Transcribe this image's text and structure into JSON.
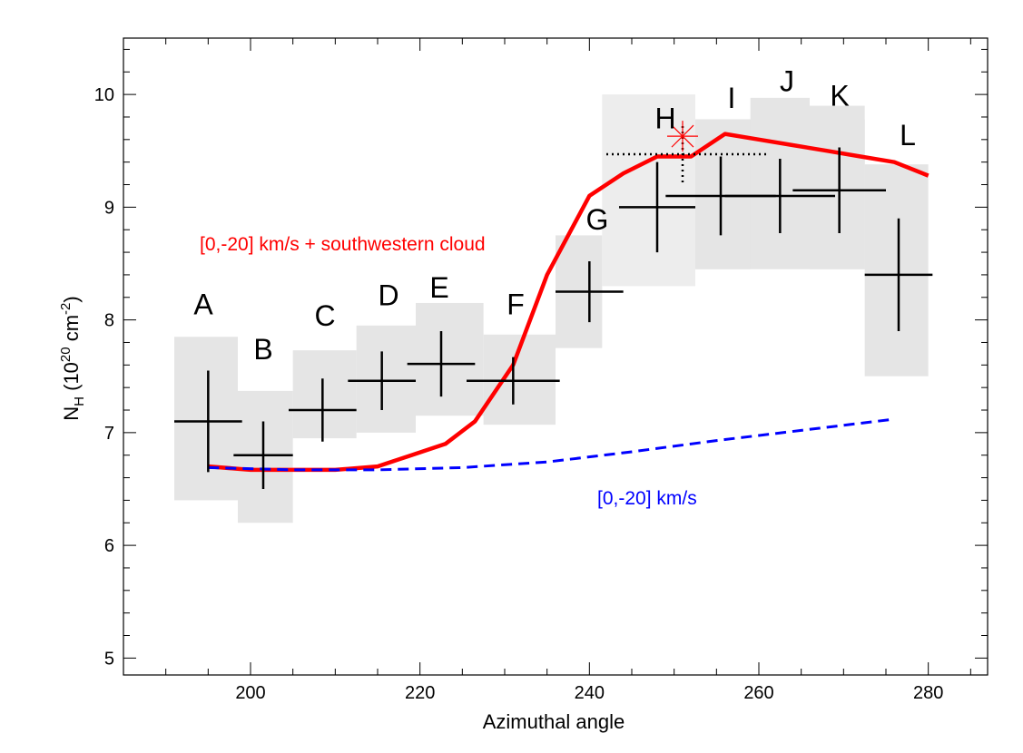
{
  "chart_data": {
    "type": "scatter",
    "xlabel": "Azimuthal angle",
    "ylabel": {
      "main": "N",
      "sub": "H",
      "prefix": " (10",
      "exp": "20",
      "mid": " cm",
      "exp2": "-2",
      "suffix": ")"
    },
    "xlim": [
      185,
      287
    ],
    "ylim": [
      4.85,
      10.5
    ],
    "xticks": [
      200,
      220,
      240,
      260,
      280
    ],
    "yticks": [
      5,
      6,
      7,
      8,
      9,
      10
    ],
    "x_minor_step": 5,
    "y_minor_step": 0.2,
    "grid": false,
    "points": [
      {
        "label": "A",
        "x": 195.0,
        "y": 7.1,
        "xerr": 4.0,
        "yerr": 0.45,
        "box_x": [
          191.0,
          198.5
        ],
        "box_y": [
          6.4,
          7.85
        ]
      },
      {
        "label": "B",
        "x": 201.5,
        "y": 6.8,
        "xerr": 3.5,
        "yerr": 0.3,
        "box_x": [
          198.5,
          205.0
        ],
        "box_y": [
          6.2,
          7.37
        ]
      },
      {
        "label": "C",
        "x": 208.5,
        "y": 7.2,
        "xerr": 4.0,
        "yerr": 0.28,
        "box_x": [
          205.0,
          212.5
        ],
        "box_y": [
          6.95,
          7.73
        ]
      },
      {
        "label": "D",
        "x": 215.5,
        "y": 7.46,
        "xerr": 4.0,
        "yerr": 0.26,
        "box_x": [
          212.5,
          219.5
        ],
        "box_y": [
          7.0,
          7.95
        ]
      },
      {
        "label": "E",
        "x": 222.5,
        "y": 7.61,
        "xerr": 4.0,
        "yerr": 0.29,
        "box_x": [
          219.5,
          227.5
        ],
        "box_y": [
          7.15,
          8.15
        ]
      },
      {
        "label": "F",
        "x": 231.0,
        "y": 7.46,
        "xerr": 5.5,
        "yerr": 0.21,
        "box_x": [
          227.5,
          236.0
        ],
        "box_y": [
          7.07,
          7.87
        ]
      },
      {
        "label": "G",
        "x": 240.0,
        "y": 8.25,
        "xerr": 4.0,
        "yerr": 0.27,
        "box_x": [
          236.0,
          241.5
        ],
        "box_y": [
          7.75,
          8.75
        ]
      },
      {
        "label": "H",
        "x": 248.0,
        "y": 9.0,
        "xerr": 4.5,
        "yerr": 0.4,
        "box_x": [
          241.5,
          252.5
        ],
        "box_y": [
          8.3,
          10.0
        ]
      },
      {
        "label": "I",
        "x": 255.5,
        "y": 9.1,
        "xerr": 6.5,
        "yerr": 0.35,
        "box_x": [
          252.5,
          259.0
        ],
        "box_y": [
          8.45,
          9.78
        ]
      },
      {
        "label": "J",
        "x": 262.5,
        "y": 9.1,
        "xerr": 6.5,
        "yerr": 0.33,
        "box_x": [
          259.0,
          266.0
        ],
        "box_y": [
          8.5,
          9.97
        ]
      },
      {
        "label": "K",
        "x": 269.5,
        "y": 9.15,
        "xerr": 5.5,
        "yerr": 0.38,
        "box_x": [
          266.0,
          272.5
        ],
        "box_y": [
          8.45,
          9.9
        ]
      },
      {
        "label": "L",
        "x": 276.5,
        "y": 8.4,
        "xerr": 4.0,
        "yerr": 0.5,
        "box_x": [
          272.5,
          280.0
        ],
        "box_y": [
          7.5,
          9.38
        ]
      }
    ],
    "extra_box": {
      "x": [
        252.5,
        272.5
      ],
      "y": [
        8.45,
        9.78
      ]
    },
    "series": [
      {
        "name": "[0,-20] km/s + southwestern cloud",
        "color": "#ff0000",
        "style": "solid",
        "x": [
          195,
          200,
          205,
          210,
          215,
          219,
          223,
          226.5,
          231,
          235,
          240,
          244,
          248,
          252,
          256,
          260,
          264,
          268,
          272,
          276,
          280
        ],
        "y": [
          6.7,
          6.67,
          6.67,
          6.67,
          6.7,
          6.8,
          6.9,
          7.1,
          7.6,
          8.4,
          9.1,
          9.3,
          9.45,
          9.45,
          9.65,
          9.6,
          9.55,
          9.5,
          9.45,
          9.4,
          9.28
        ]
      },
      {
        "name": "[0,-20] km/s",
        "color": "#0000ff",
        "style": "dashed",
        "x": [
          195,
          205,
          215,
          225,
          235,
          245,
          255,
          265,
          276
        ],
        "y": [
          6.69,
          6.67,
          6.67,
          6.69,
          6.74,
          6.83,
          6.93,
          7.02,
          7.12
        ]
      }
    ],
    "marker": {
      "x": 251.0,
      "y": 9.63,
      "color": "#ff0000",
      "symbol": "asterisk"
    },
    "dotted_h": {
      "x": [
        242,
        261
      ],
      "y": 9.47
    },
    "dotted_v": {
      "x": 251.0,
      "y": [
        9.22,
        9.72
      ]
    },
    "annotations": [
      {
        "text": "[0,-20] km/s + southwestern cloud",
        "color": "#ff0000"
      },
      {
        "text": "[0,-20] km/s",
        "color": "#0000ff"
      }
    ]
  }
}
